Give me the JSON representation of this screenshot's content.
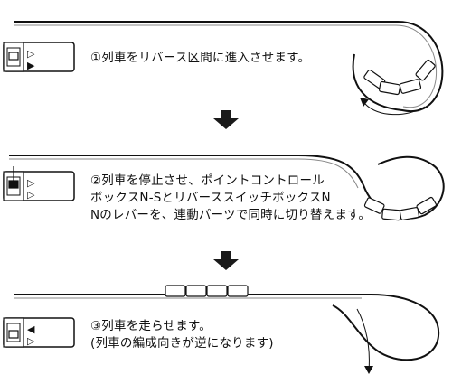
{
  "steps": [
    {
      "caption_lines": [
        "①列車をリバース区間に進入させます。"
      ],
      "switch_box": {
        "lever": "down",
        "marks": [
          "▷",
          "▶"
        ]
      }
    },
    {
      "caption_lines": [
        "②列車を停止させ、ポイントコントロール",
        "ボックスN-SとリバーススイッチボックスN",
        "Nのレバーを、連動パーツで同時に切り替えます。"
      ],
      "switch_box": {
        "lever": "up",
        "marks": [
          "▷",
          "▷"
        ]
      }
    },
    {
      "caption_lines": [
        "③列車を走らせます。",
        "(列車の編成向きが逆になります)"
      ],
      "switch_box": {
        "lever": "down",
        "marks": [
          "◀",
          "▷"
        ]
      }
    }
  ],
  "colors": {
    "ink": "#111111",
    "arrow": "#1a1a1a",
    "paper": "#ffffff"
  },
  "icons": [
    "switch-box-icon",
    "lever-icon",
    "down-arrow-icon",
    "train-car-icon",
    "direction-arrow-icon"
  ]
}
